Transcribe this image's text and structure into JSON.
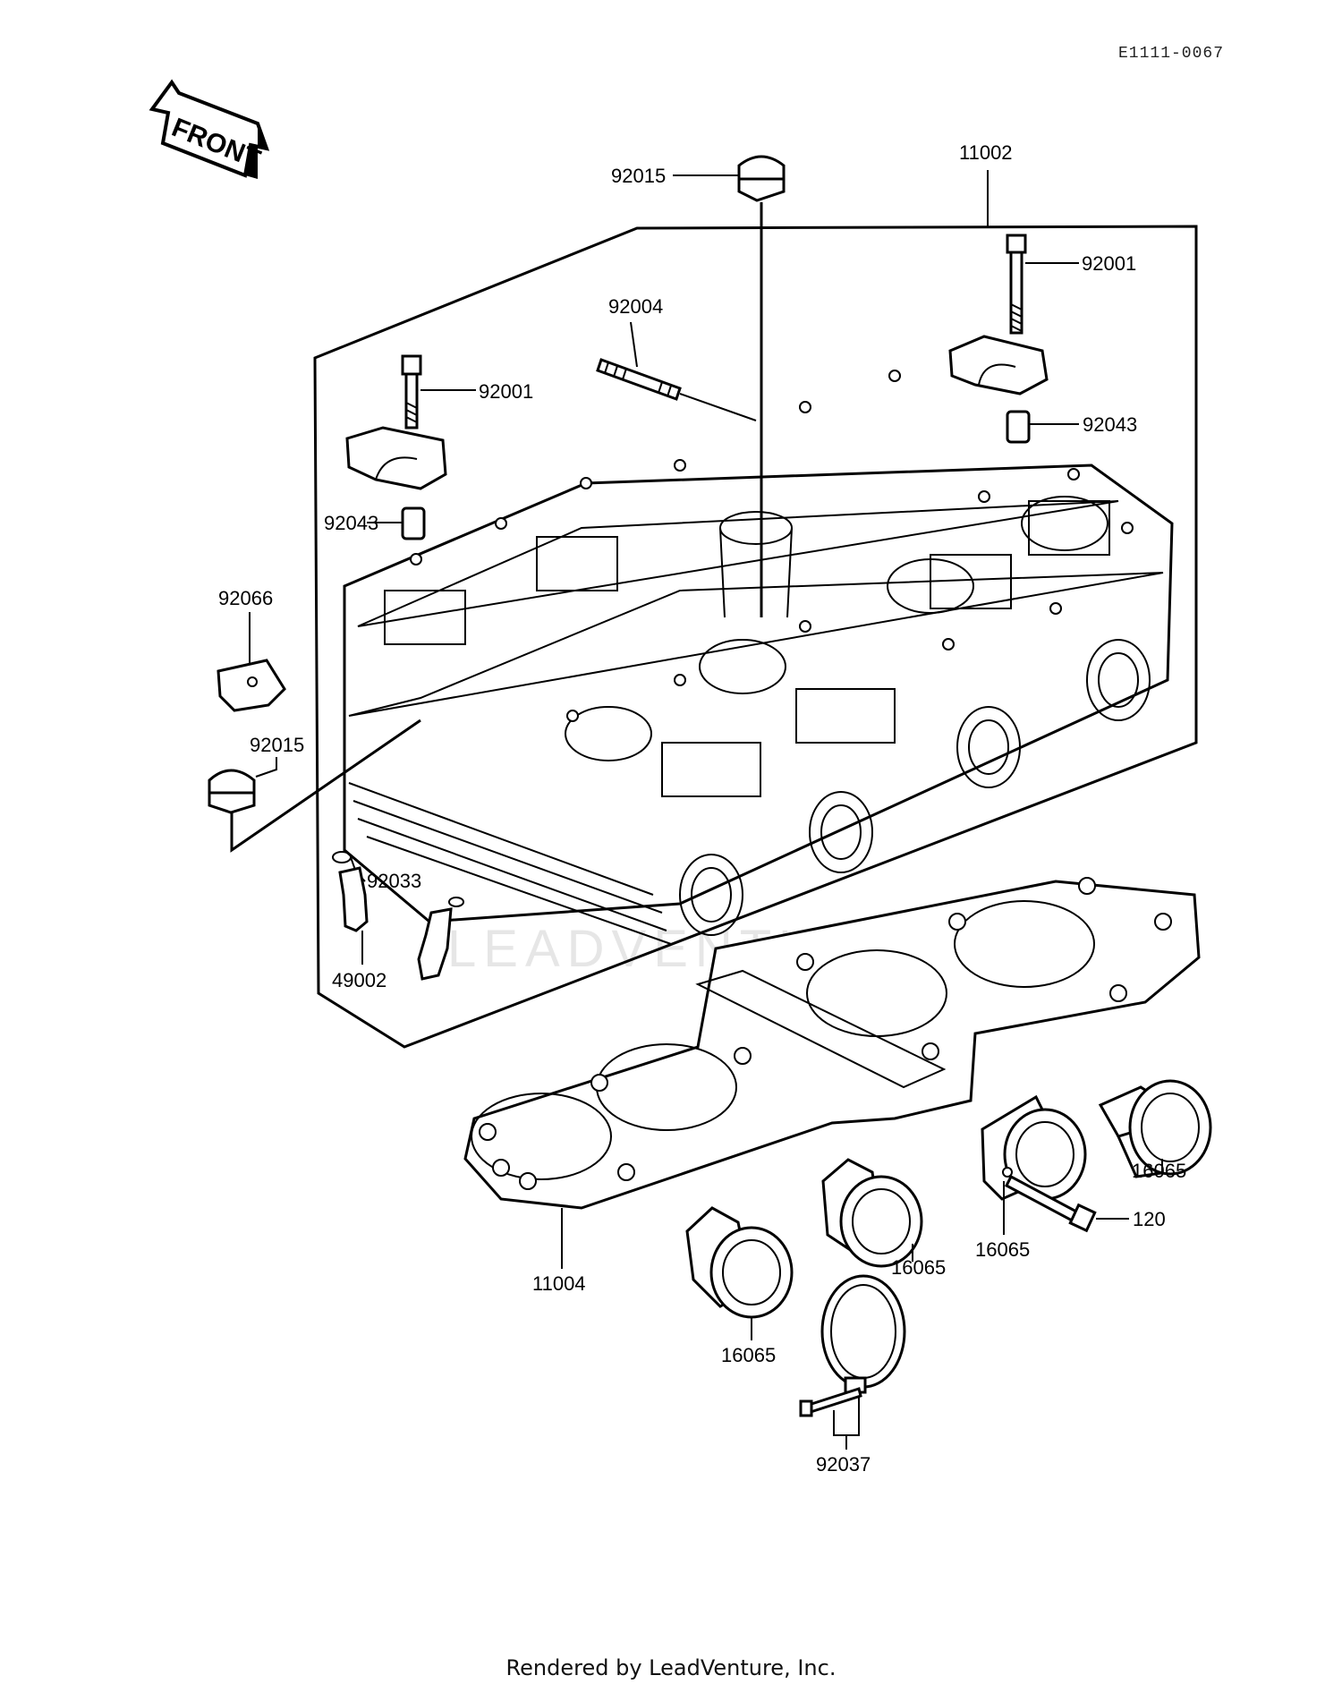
{
  "drawing_code": "E1111-0067",
  "front_label": "FRONT",
  "watermark": "LEADVENTURE",
  "footer": "Rendered by LeadVenture, Inc.",
  "callouts": {
    "c11002": "11002",
    "c92015_top": "92015",
    "c92001_right": "92001",
    "c92004": "92004",
    "c92001_left": "92001",
    "c92043_right": "92043",
    "c92043_left": "92043",
    "c92066": "92066",
    "c92015_left": "92015",
    "c92033": "92033",
    "c49002": "49002",
    "c11004": "11004",
    "c16065_right": "16065",
    "c120": "120",
    "c16065_mid": "16065",
    "c16065_center": "16065",
    "c16065_bottom": "16065",
    "c92037": "92037"
  }
}
